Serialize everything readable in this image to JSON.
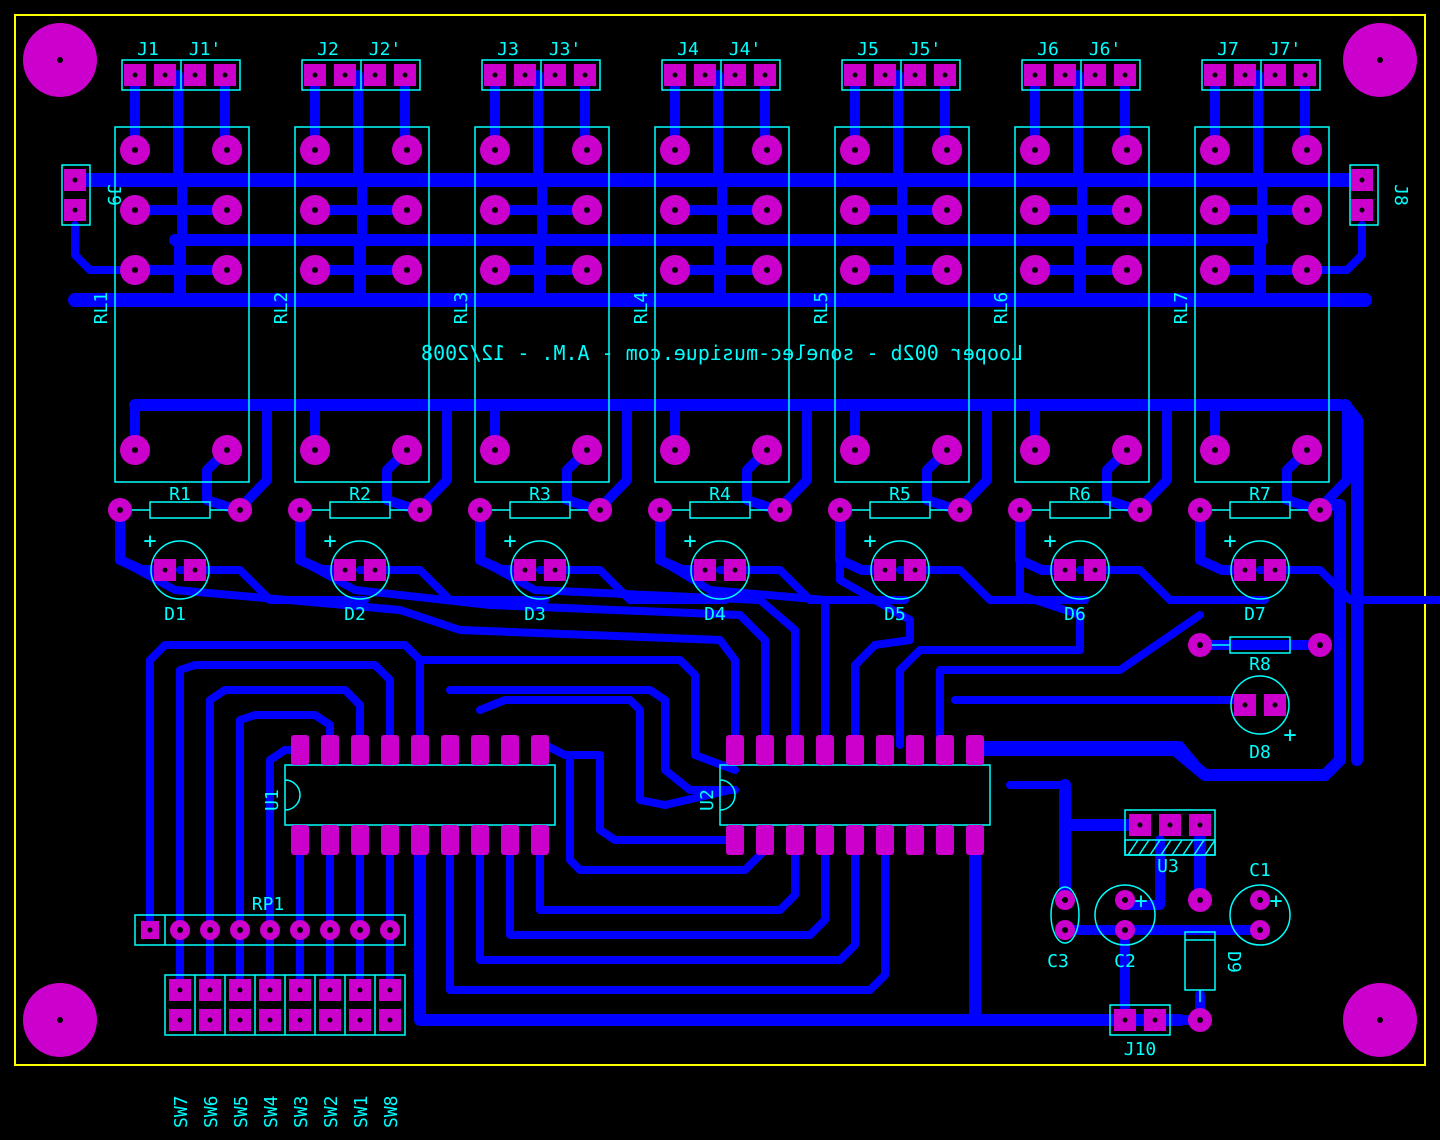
{
  "board": {
    "title_text": "Looper 002b - sonelec-musique.com - A.M. - 12/2008"
  },
  "relays": [
    "RL1",
    "RL2",
    "RL3",
    "RL4",
    "RL5",
    "RL6",
    "RL7"
  ],
  "jacks": [
    {
      "a": "J1",
      "b": "J1'"
    },
    {
      "a": "J2",
      "b": "J2'"
    },
    {
      "a": "J3",
      "b": "J3'"
    },
    {
      "a": "J4",
      "b": "J4'"
    },
    {
      "a": "J5",
      "b": "J5'"
    },
    {
      "a": "J6",
      "b": "J6'"
    },
    {
      "a": "J7",
      "b": "J7'"
    }
  ],
  "resistors": [
    "R1",
    "R2",
    "R3",
    "R4",
    "R5",
    "R6",
    "R7"
  ],
  "leds": [
    "D1",
    "D2",
    "D3",
    "D4",
    "D5",
    "D6",
    "D7"
  ],
  "extra": {
    "r8": "R8",
    "d8": "D8",
    "j8": "J8",
    "j9": "J9",
    "j10": "J10",
    "u1": "U1",
    "u2": "U2",
    "u3": "U3",
    "c1": "C1",
    "c2": "C2",
    "c3": "C3",
    "d9": "D9",
    "rp1": "RP1"
  },
  "switches": [
    "SW7",
    "SW6",
    "SW5",
    "SW4",
    "SW3",
    "SW2",
    "SW1",
    "SW8"
  ],
  "plus_sign": "+",
  "colors": {
    "background": "#000000",
    "outline": "#ffff00",
    "traces": "#0000ff",
    "pads": "#cc00cc",
    "silkscreen": "#00ffff"
  }
}
